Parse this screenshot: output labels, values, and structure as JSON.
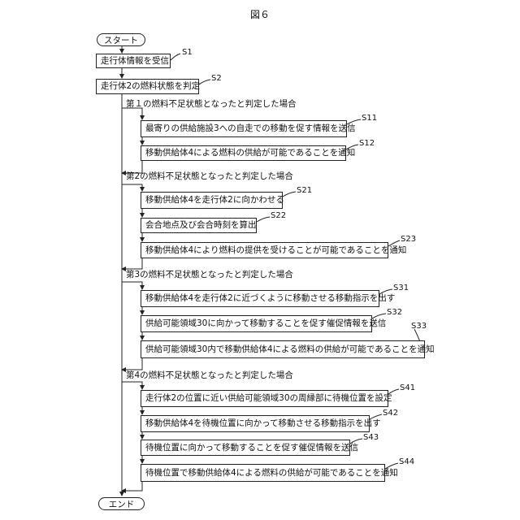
{
  "figure_title": "図６",
  "start": "スタート",
  "end": "エンド",
  "steps": {
    "s1": {
      "label": "S1",
      "text": "走行体情報を受信"
    },
    "s2": {
      "label": "S2",
      "text": "走行体2の燃料状態を判定"
    },
    "s11": {
      "label": "S11",
      "text": "最寄りの供給施設3への自走での移動を促す情報を送信"
    },
    "s12": {
      "label": "S12",
      "text": "移動供給体4による燃料の供給が可能であることを通知"
    },
    "s21": {
      "label": "S21",
      "text": "移動供給体4を走行体2に向かわせる"
    },
    "s22": {
      "label": "S22",
      "text": "会合地点及び会合時刻を算出"
    },
    "s23": {
      "label": "S23",
      "text": "移動供給体4により燃料の提供を受けることが可能であることを通知"
    },
    "s31": {
      "label": "S31",
      "text": "移動供給体4を走行体2に近づくように移動させる移動指示を出す"
    },
    "s32": {
      "label": "S32",
      "text": "供給可能領域30に向かって移動することを促す催促情報を送信"
    },
    "s33": {
      "label": "S33",
      "text": "供給可能領域30内で移動供給体4による燃料の供給が可能であることを通知"
    },
    "s41": {
      "label": "S41",
      "text": "走行体2の位置に近い供給可能領域30の周縁部に待機位置を設定"
    },
    "s42": {
      "label": "S42",
      "text": "移動供給体4を待機位置に向かって移動させる移動指示を出す"
    },
    "s43": {
      "label": "S43",
      "text": "待機位置に向かって移動することを促す催促情報を送信"
    },
    "s44": {
      "label": "S44",
      "text": "待機位置で移動供給体4による燃料の供給が可能であることを通知"
    }
  },
  "conditions": {
    "c1": "第１の燃料不足状態となったと判定した場合",
    "c2": "第2の燃料不足状態となったと判定した場合",
    "c3": "第3の燃料不足状態となったと判定した場合",
    "c4": "第4の燃料不足状態となったと判定した場合"
  }
}
